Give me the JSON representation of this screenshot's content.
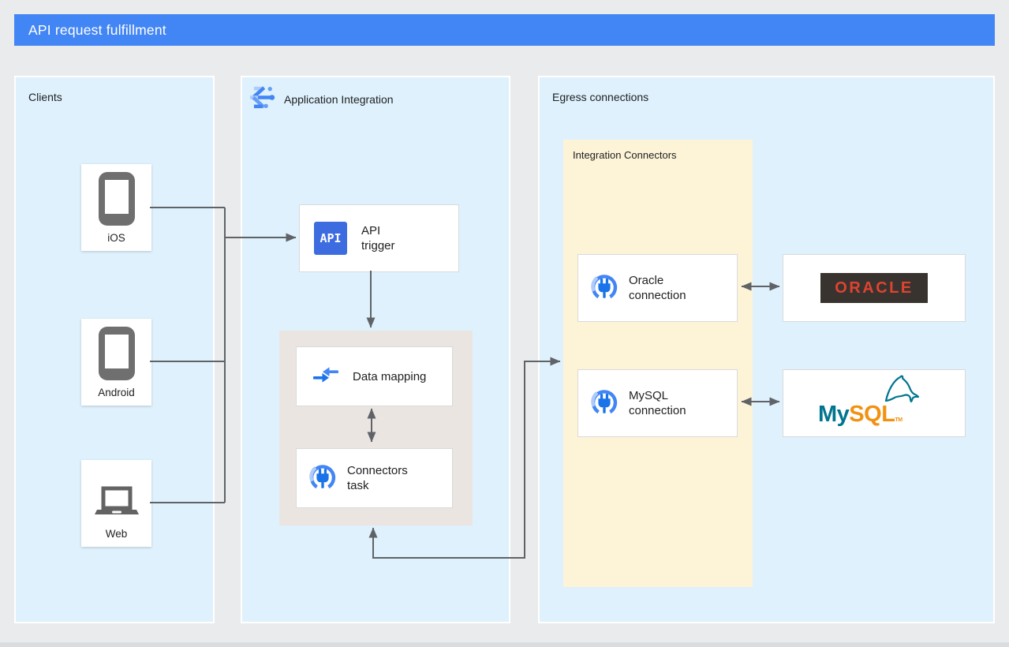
{
  "header": {
    "title": "API request fulfillment"
  },
  "clients": {
    "label": "Clients",
    "items": [
      {
        "label": "iOS",
        "icon": "phone-icon"
      },
      {
        "label": "Android",
        "icon": "phone-icon"
      },
      {
        "label": "Web",
        "icon": "laptop-icon"
      }
    ]
  },
  "application_integration": {
    "label": "Application Integration",
    "icon": "application-integration-icon",
    "api_trigger": {
      "label": "API trigger",
      "badge": "API"
    },
    "data_mapping": {
      "label": "Data mapping",
      "icon": "data-mapping-icon"
    },
    "connectors_task": {
      "label": "Connectors task",
      "icon": "connector-icon"
    }
  },
  "egress": {
    "label": "Egress connections",
    "integration_connectors": {
      "label": "Integration Connectors",
      "oracle_connection": {
        "label": "Oracle connection",
        "icon": "connector-icon"
      },
      "mysql_connection": {
        "label": "MySQL connection",
        "icon": "connector-icon"
      }
    },
    "oracle_logo": {
      "text": "ORACLE"
    },
    "mysql_logo": {
      "my": "My",
      "sql": "SQL",
      "tm": "TM"
    }
  },
  "colors": {
    "header_bg": "#4285f4",
    "panel_bg": "#def1fc",
    "inner_panel_bg": "#ebe5e2",
    "connectors_panel_bg": "#fdf3d7",
    "canvas_bg": "#eaebec",
    "line": "#5f6368",
    "api_icon_bg": "#3c6ce0",
    "oracle_red": "#df4330",
    "oracle_box_bg": "#39332f",
    "mysql_teal": "#00758f",
    "mysql_orange": "#f29111"
  }
}
